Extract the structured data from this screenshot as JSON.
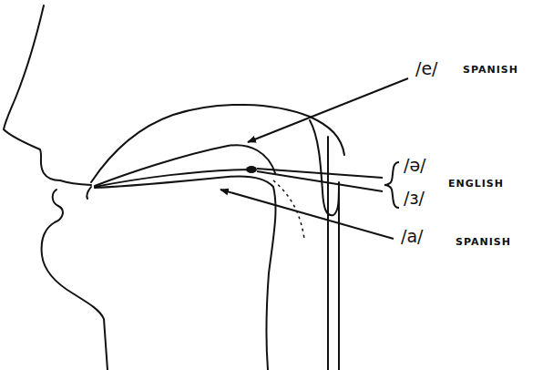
{
  "diagram": {
    "labels": [
      "/e/",
      "SPANISH",
      "/ə/",
      "/ɜ/",
      "ENGLISH",
      "/a/",
      "SPANISH"
    ]
  }
}
